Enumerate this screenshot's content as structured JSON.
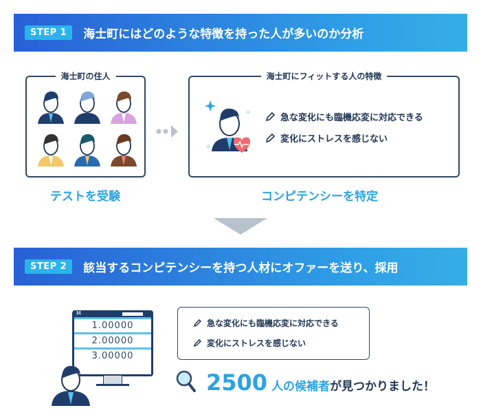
{
  "step1": {
    "badge": "STEP 1",
    "title": "海士町にはどのような特徴を持った人が多いのか分析"
  },
  "residents": {
    "title": "海士町の住人",
    "caption": "テストを受験"
  },
  "fit": {
    "title": "海士町にフィットする人の特徴",
    "caption": "コンピテンシーを特定",
    "traits": [
      "急な変化にも臨機応変に対応できる",
      "変化にストレスを感じない"
    ]
  },
  "step2": {
    "badge": "STEP 2",
    "title": "該当するコンピテンシーを持つ人材にオファーを送り、採用"
  },
  "monitor": {
    "logo": "M",
    "scores": [
      "1.00000",
      "2.00000",
      "3.00000"
    ]
  },
  "bubble": {
    "traits": [
      "急な変化にも臨機応変に対応できる",
      "変化にストレスを感じない"
    ]
  },
  "result": {
    "count": "2500",
    "unit": "人の",
    "highlight": "候補者",
    "rest": "が見つかりました！"
  },
  "colors": {
    "accent": "#2aa3e3",
    "navy": "#1f3553",
    "heart": "#f06a6f"
  }
}
